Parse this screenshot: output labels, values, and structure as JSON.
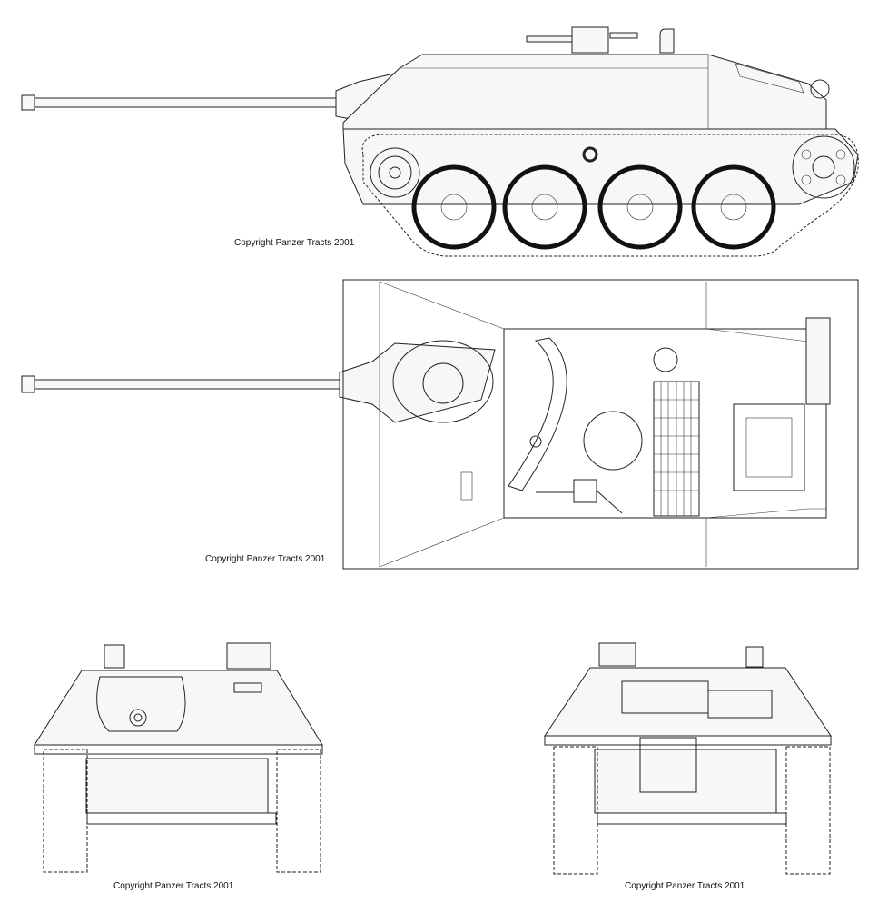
{
  "views": {
    "side": {
      "copyright": "Copyright Panzer Tracts 2001"
    },
    "top": {
      "copyright": "Copyright Panzer Tracts 2001"
    },
    "front": {
      "copyright": "Copyright Panzer Tracts 2001"
    },
    "rear": {
      "copyright": "Copyright Panzer Tracts 2001"
    }
  },
  "colors": {
    "line": "#222222",
    "background": "#ffffff",
    "heavy": "#111111"
  }
}
